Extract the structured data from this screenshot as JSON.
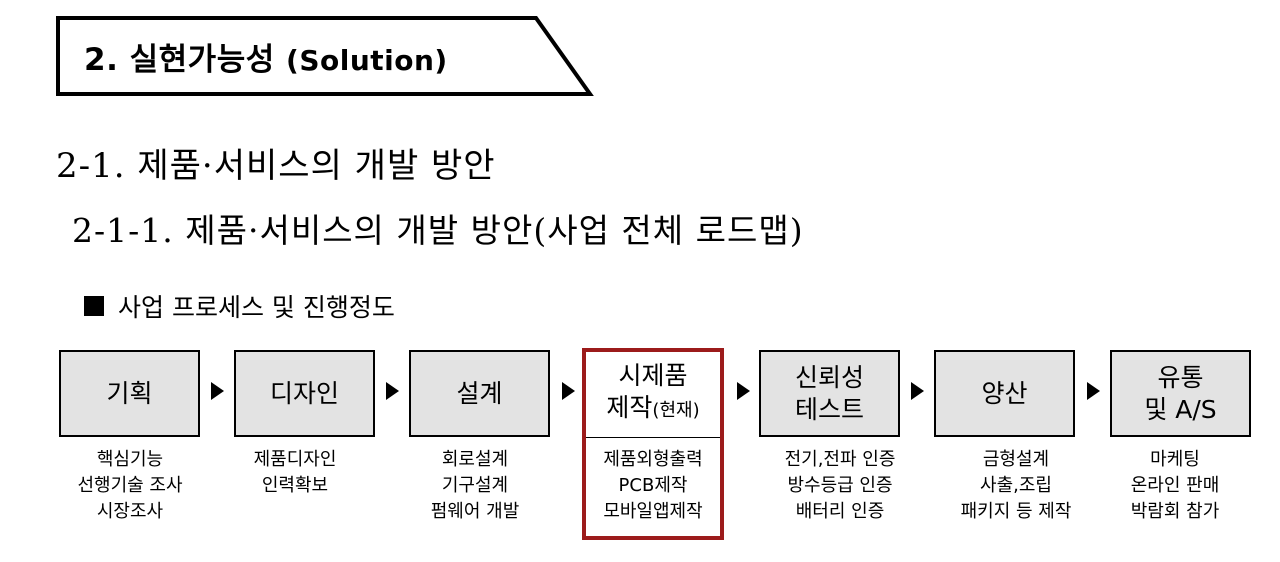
{
  "section": {
    "title_ko": "2. 실현가능성",
    "title_en": "(Solution)"
  },
  "heading2": "2-1. 제품·서비스의 개발 방안",
  "heading3": "2-1-1. 제품·서비스의 개발 방안(사업 전체 로드맵)",
  "process_label": "사업 프로세스 및 진행정도",
  "stages": [
    {
      "line1": "기획",
      "line2": "",
      "note": "",
      "desc": [
        "핵심기능",
        "선행기술 조사",
        "시장조사"
      ]
    },
    {
      "line1": "디자인",
      "line2": "",
      "note": "",
      "desc": [
        "제품디자인",
        "인력확보",
        ""
      ]
    },
    {
      "line1": "설계",
      "line2": "",
      "note": "",
      "desc": [
        "회로설계",
        "기구설계",
        "펌웨어 개발"
      ]
    },
    {
      "line1": "시제품",
      "line2": "제작",
      "note": "(현재)",
      "desc": [
        "제품외형출력",
        "PCB제작",
        "모바일앱제작"
      ]
    },
    {
      "line1": "신뢰성",
      "line2": "테스트",
      "note": "",
      "desc": [
        "전기,전파 인증",
        "방수등급 인증",
        "배터리 인증"
      ]
    },
    {
      "line1": "양산",
      "line2": "",
      "note": "",
      "desc": [
        "금형설계",
        "사출,조립",
        "패키지 등 제작"
      ]
    },
    {
      "line1": "유통",
      "line2": "및 A/S",
      "note": "",
      "desc": [
        "마케팅",
        "온라인 판매",
        "박람회 참가"
      ]
    }
  ],
  "current_stage_index": 3,
  "colors": {
    "stage_fill": "#e3e3e3",
    "current_highlight": "#9c1b1b"
  }
}
